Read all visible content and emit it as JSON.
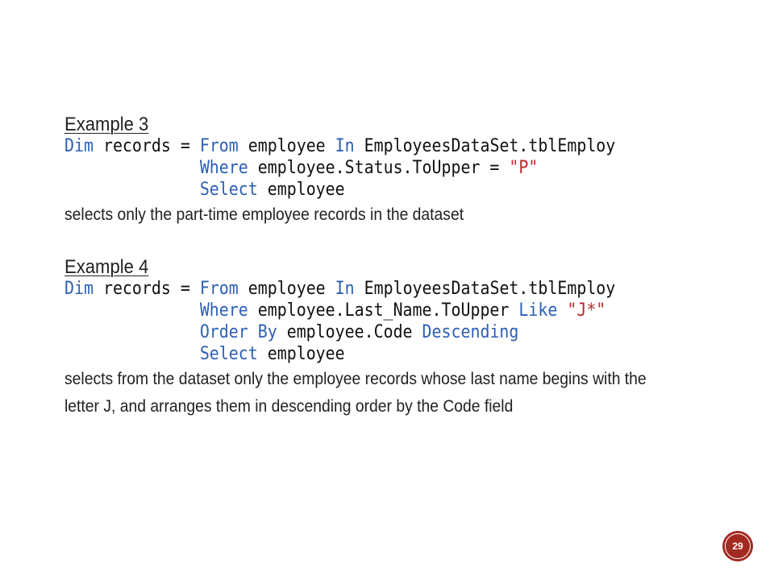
{
  "examples": [
    {
      "heading": "Example 3",
      "code_lines": [
        [
          {
            "t": "Dim",
            "k": "kw"
          },
          {
            "t": " records = ",
            "k": "plain"
          },
          {
            "t": "From",
            "k": "kw"
          },
          {
            "t": " employee ",
            "k": "plain"
          },
          {
            "t": "In",
            "k": "kw"
          },
          {
            "t": " EmployeesDataSet.tblEmploy",
            "k": "plain"
          }
        ],
        [
          {
            "t": "              ",
            "k": "plain"
          },
          {
            "t": "Where",
            "k": "kw"
          },
          {
            "t": " employee.Status.ToUpper = ",
            "k": "plain"
          },
          {
            "t": "\"P\"",
            "k": "str"
          }
        ],
        [
          {
            "t": "              ",
            "k": "plain"
          },
          {
            "t": "Select",
            "k": "kw"
          },
          {
            "t": " employee",
            "k": "plain"
          }
        ]
      ],
      "description_lines": [
        "selects only the part-time employee records in the dataset"
      ]
    },
    {
      "heading": "Example 4",
      "code_lines": [
        [
          {
            "t": "Dim",
            "k": "kw"
          },
          {
            "t": " records = ",
            "k": "plain"
          },
          {
            "t": "From",
            "k": "kw"
          },
          {
            "t": " employee ",
            "k": "plain"
          },
          {
            "t": "In",
            "k": "kw"
          },
          {
            "t": " EmployeesDataSet.tblEmploy",
            "k": "plain"
          }
        ],
        [
          {
            "t": "              ",
            "k": "plain"
          },
          {
            "t": "Where",
            "k": "kw"
          },
          {
            "t": " employee.Last_Name.ToUpper ",
            "k": "plain"
          },
          {
            "t": "Like",
            "k": "kw"
          },
          {
            "t": " ",
            "k": "plain"
          },
          {
            "t": "\"J*\"",
            "k": "str"
          }
        ],
        [
          {
            "t": "              ",
            "k": "plain"
          },
          {
            "t": "Order By",
            "k": "kw"
          },
          {
            "t": " employee.Code ",
            "k": "plain"
          },
          {
            "t": "Descending",
            "k": "kw"
          }
        ],
        [
          {
            "t": "              ",
            "k": "plain"
          },
          {
            "t": "Select",
            "k": "kw"
          },
          {
            "t": " employee",
            "k": "plain"
          }
        ]
      ],
      "description_lines": [
        "selects from the dataset only the employee records whose last name begins with the",
        "letter J, and arranges them in descending order by the Code field"
      ]
    }
  ],
  "page_number": "29",
  "colors": {
    "keyword": "#2d5fb4",
    "string": "#c0262b",
    "badge": "#a32a20"
  }
}
